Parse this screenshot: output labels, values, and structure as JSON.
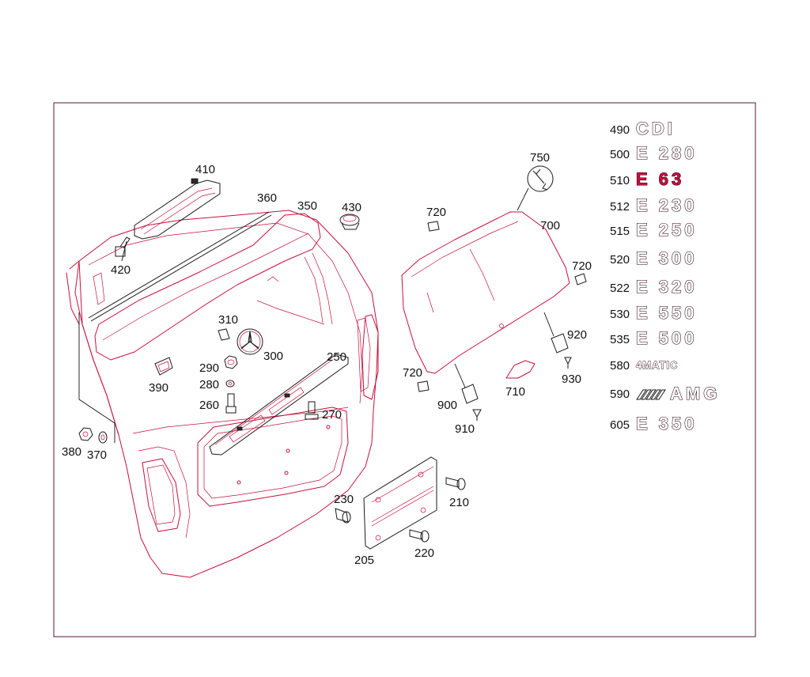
{
  "callouts": {
    "p410": "410",
    "p360": "360",
    "p350": "350",
    "p430": "430",
    "p420": "420",
    "p310": "310",
    "p300": "300",
    "p290": "290",
    "p280": "280",
    "p260": "260",
    "p390": "390",
    "p250": "250",
    "p270": "270",
    "p380": "380",
    "p370": "370",
    "p230": "230",
    "p210": "210",
    "p220": "220",
    "p205": "205",
    "p750": "750",
    "p720a": "720",
    "p700": "700",
    "p720b": "720",
    "p920": "920",
    "p720c": "720",
    "p930": "930",
    "p710": "710",
    "p900": "900",
    "p910": "910"
  },
  "badges": [
    {
      "num": "490",
      "text": "CDI"
    },
    {
      "num": "500",
      "text": "E 280"
    },
    {
      "num": "510",
      "text": "E 63"
    },
    {
      "num": "512",
      "text": "E 230"
    },
    {
      "num": "515",
      "text": "E 250"
    },
    {
      "num": "520",
      "text": "E 300"
    },
    {
      "num": "522",
      "text": "E 320"
    },
    {
      "num": "530",
      "text": "E 550"
    },
    {
      "num": "535",
      "text": "E 500"
    },
    {
      "num": "580",
      "text": "4MATIC"
    },
    {
      "num": "590",
      "text": "AMG"
    },
    {
      "num": "605",
      "text": "E 350"
    }
  ],
  "colors": {
    "line": "#c8103c",
    "frame": "#5a1a2a",
    "text": "#111111"
  }
}
